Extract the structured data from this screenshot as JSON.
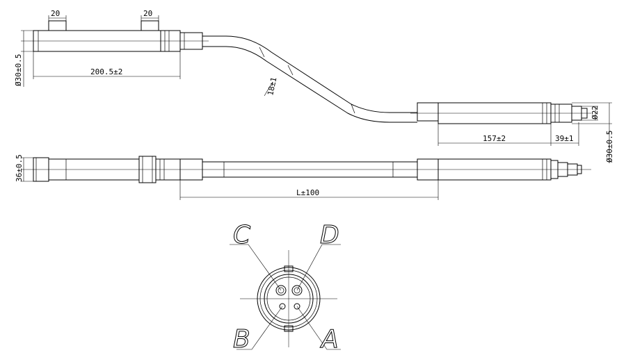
{
  "dimensions": {
    "top_left_pad_width": "20",
    "top_right_pad_width": "20",
    "top_diameter": "Ø30±0.5",
    "top_length": "200.5±2",
    "bend_offset": "18±1",
    "connector_diameter": "Ø22",
    "right_length_a": "157±2",
    "right_length_b": "39±1",
    "right_diameter": "Ø30±0.5",
    "bottom_diameter": "36±0.5",
    "bottom_length": "L±100"
  },
  "pins": {
    "c": "C",
    "d": "D",
    "b": "B",
    "a": "A"
  }
}
